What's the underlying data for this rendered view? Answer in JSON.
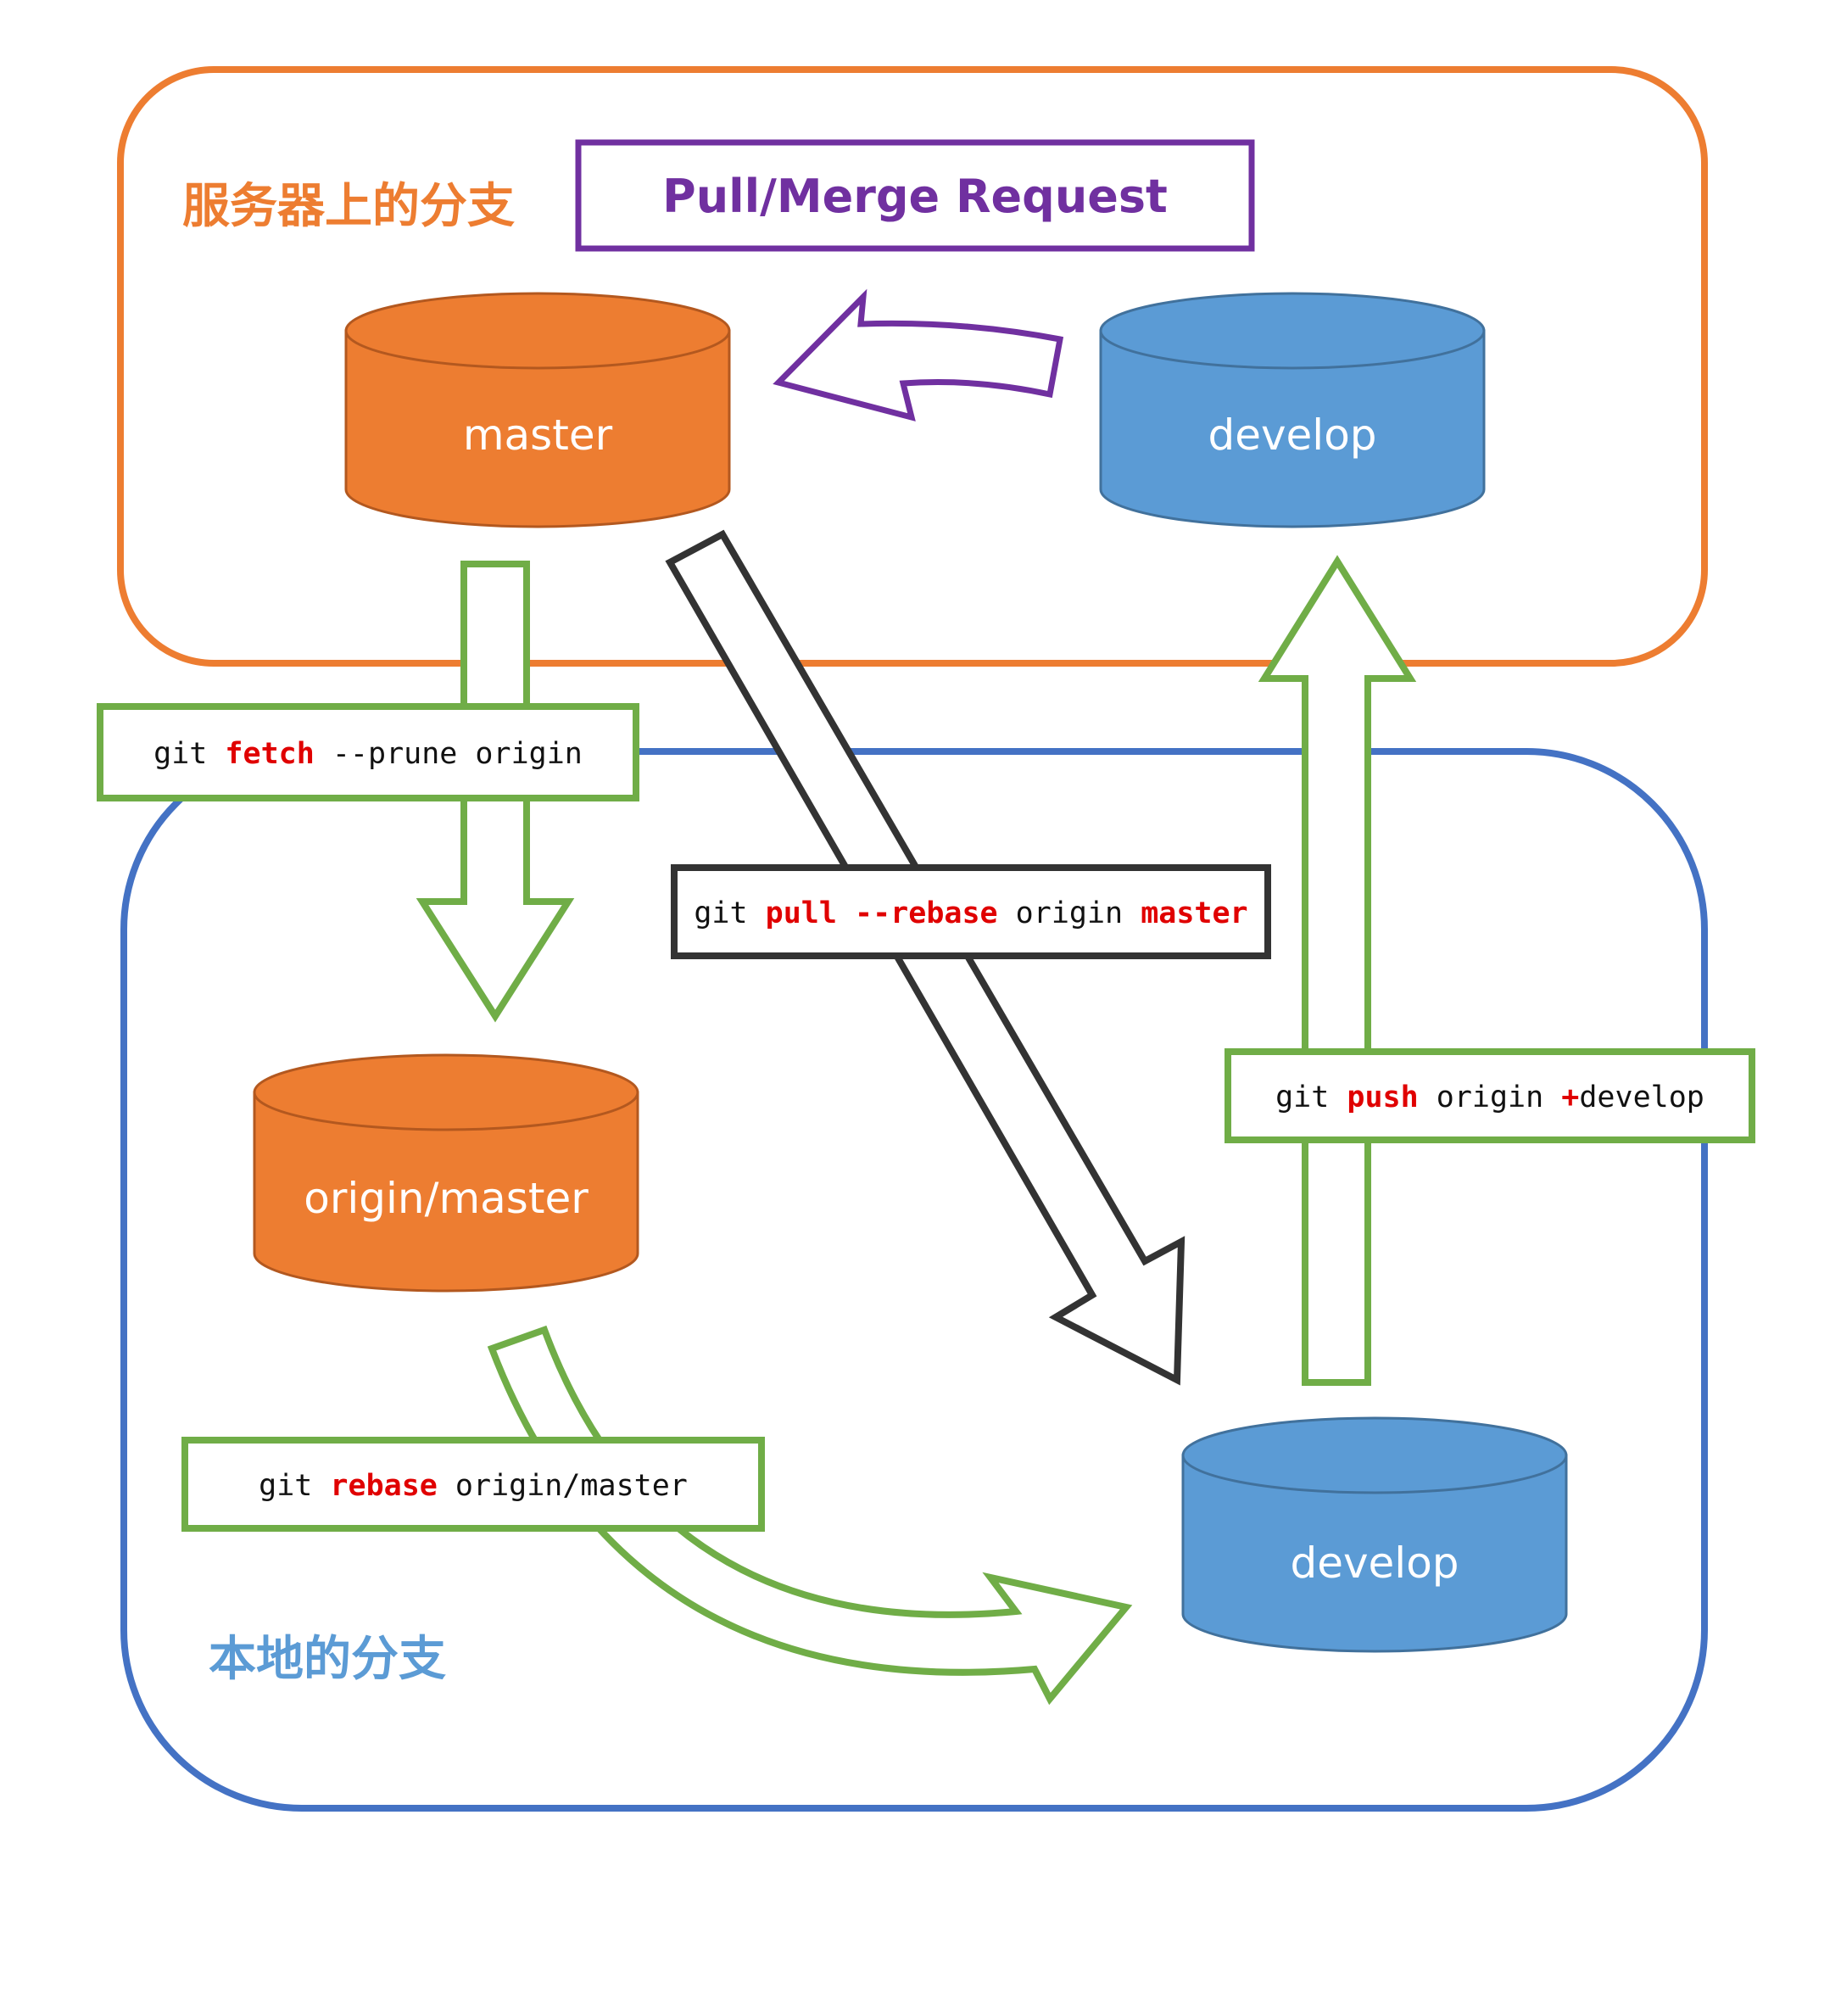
{
  "colors": {
    "server_border": "#ED7D31",
    "local_border": "#4472C4",
    "master_fill": "#ED7D31",
    "develop_fill": "#5B9BD5",
    "green_arrow": "#70AD47",
    "pr_purple": "#7030A0",
    "dark_arrow": "#333333",
    "keyword_red": "#E00000",
    "local_title": "#5B9BD5"
  },
  "server": {
    "title": "服务器上的分支",
    "pull_request_label": "Pull/Merge Request",
    "master_label": "master",
    "develop_label": "develop"
  },
  "local": {
    "title": "本地的分支",
    "origin_master_label": "origin/master",
    "develop_label": "develop"
  },
  "commands": {
    "fetch": {
      "pre": "git ",
      "kw": "fetch",
      "post": " --prune origin"
    },
    "pull": {
      "pre": "git ",
      "kw1": "pull",
      "kw2": "--rebase",
      "mid": " origin ",
      "kw3": "master"
    },
    "push": {
      "pre": "git ",
      "kw": "push",
      "mid": " origin ",
      "plus": "+",
      "post": "develop"
    },
    "rebase": {
      "pre": "git ",
      "kw": "rebase",
      "post": " origin/master"
    }
  }
}
